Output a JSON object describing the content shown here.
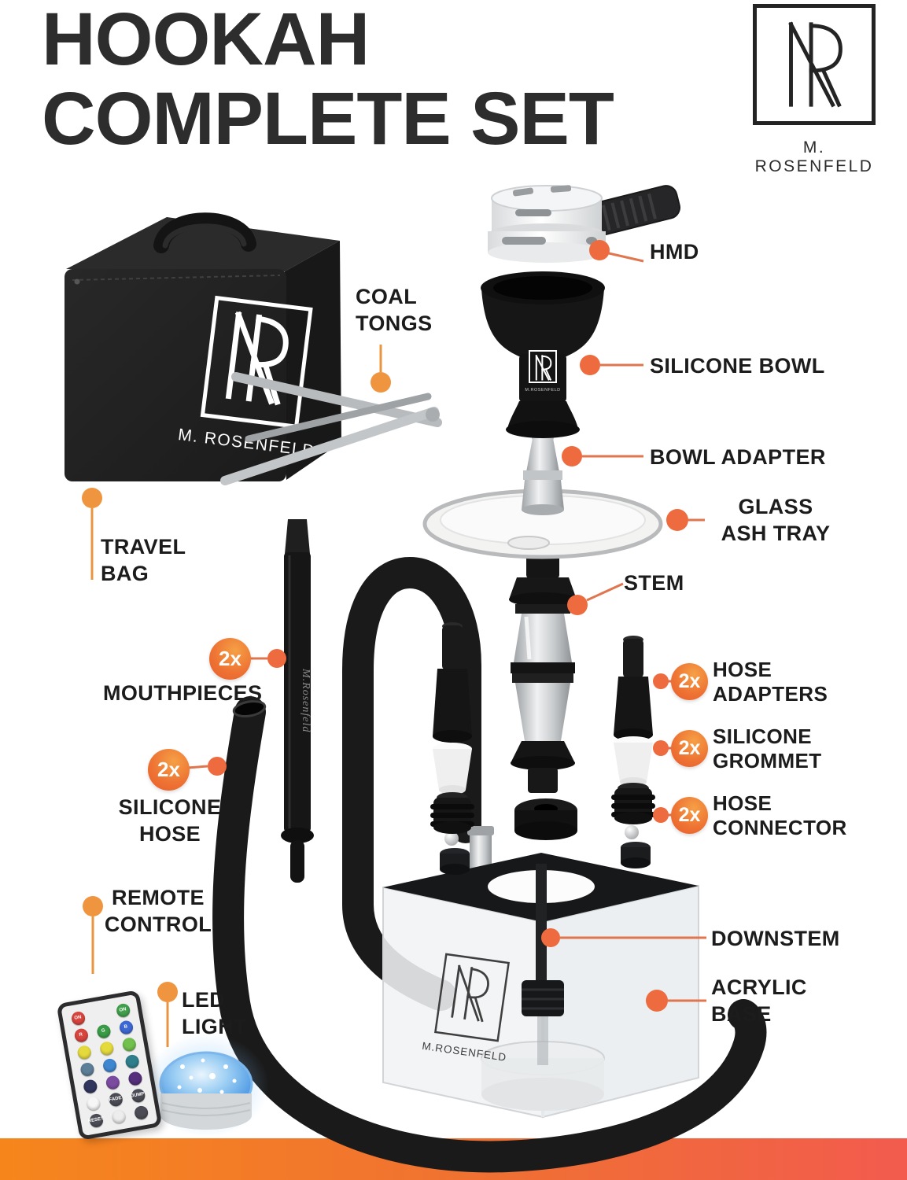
{
  "title": {
    "line1": "HOOKAH",
    "line2": "COMPLETE SET"
  },
  "brand": {
    "monogram": "R",
    "name": "M. ROSENFELD"
  },
  "colors": {
    "accent_dot": "#ED6B3F",
    "accent_line_h": "#E0764F",
    "accent_line_v": "#E9953F",
    "badge_gradient_start": "#F5A045",
    "badge_gradient_end": "#E95C2D",
    "title_text": "#2D2D2D",
    "label_text": "#1C1C1C",
    "bottom_bar_start": "#F6861C",
    "bottom_bar_end": "#F25B4E"
  },
  "callouts": {
    "hmd": {
      "text": "HMD"
    },
    "coal_tongs": {
      "line1": "COAL",
      "line2": "TONGS"
    },
    "silicone_bowl": {
      "text": "SILICONE BOWL"
    },
    "bowl_adapter": {
      "text": "BOWL ADAPTER"
    },
    "glass_ash_tray": {
      "line1": "GLASS",
      "line2": "ASH TRAY"
    },
    "travel_bag": {
      "line1": "TRAVEL",
      "line2": "BAG"
    },
    "stem": {
      "text": "STEM"
    },
    "mouthpieces": {
      "qty": "2x",
      "text": "MOUTHPIECES"
    },
    "silicone_hose": {
      "qty": "2x",
      "line1": "SILICONE",
      "line2": "HOSE"
    },
    "hose_adapters": {
      "qty": "2x",
      "line1": "HOSE",
      "line2": "ADAPTERS"
    },
    "silicone_grommet": {
      "qty": "2x",
      "line1": "SILICONE",
      "line2": "GROMMET"
    },
    "hose_connector": {
      "qty": "2x",
      "line1": "HOSE",
      "line2": "CONNECTOR"
    },
    "remote_control": {
      "line1": "REMOTE",
      "line2": "CONTROL"
    },
    "downstem": {
      "text": "DOWNSTEM"
    },
    "led_light": {
      "line1": "LED",
      "line2": "LIGHT"
    },
    "acrylic_base": {
      "line1": "ACRYLIC",
      "line2": "BASE"
    }
  },
  "product_marks": {
    "bag_logo_text": "M. ROSENFELD",
    "bowl_logo_text": "M.ROSENFELD",
    "base_logo_text": "M.ROSENFELD",
    "mouthpiece_script": "M.Rosenfeld"
  },
  "remote": {
    "buttons": [
      {
        "label": "ON",
        "color": "#d8453e"
      },
      {
        "label": "",
        "color": "transparent"
      },
      {
        "label": "ON",
        "color": "#41a04c"
      },
      {
        "label": "R",
        "color": "#d8453e"
      },
      {
        "label": "G",
        "color": "#3a9c47"
      },
      {
        "label": "B",
        "color": "#3d68d4"
      },
      {
        "label": "",
        "color": "#e5da3c"
      },
      {
        "label": "",
        "color": "#e5da3c"
      },
      {
        "label": "",
        "color": "#72c04d"
      },
      {
        "label": "",
        "color": "#5d7e97"
      },
      {
        "label": "",
        "color": "#3f86d0"
      },
      {
        "label": "",
        "color": "#2f7e8c"
      },
      {
        "label": "",
        "color": "#31365f"
      },
      {
        "label": "",
        "color": "#7b4ba0"
      },
      {
        "label": "",
        "color": "#56307c"
      },
      {
        "label": "",
        "color": "#f6f6f6"
      },
      {
        "label": "FADE",
        "color": "#4c4c56"
      },
      {
        "label": "JUMP",
        "color": "#4c4c56"
      },
      {
        "label": "RESET",
        "color": "#4c4c56"
      },
      {
        "label": "",
        "color": "#ededed"
      },
      {
        "label": "",
        "color": "#4c4c56"
      }
    ]
  }
}
